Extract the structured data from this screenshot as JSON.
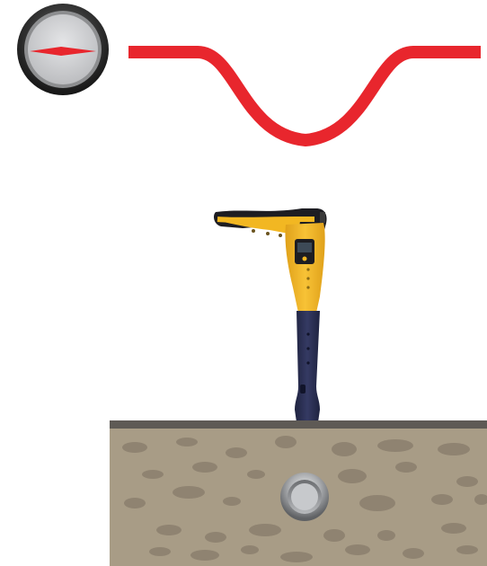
{
  "colors": {
    "signal_curve": "#e8262d",
    "compass_needle": "#e8262d",
    "compass_ring": "#3a3a3a",
    "compass_face": "#cfd0d2",
    "locator_body": "#f2b722",
    "locator_handle": "#2d3155",
    "ground_fill": "#a89c86",
    "ground_surface": "#5e5a55",
    "stone": "#8f8371",
    "pipe_metal": "#b5b7ba"
  },
  "icons": {
    "compass": "compass-icon",
    "locator": "cable-locator-icon",
    "pipe": "buried-pipe-icon"
  },
  "signal": {
    "shape": "null-dip",
    "baseline_level": 1.0,
    "minimum_level": 0.0
  }
}
